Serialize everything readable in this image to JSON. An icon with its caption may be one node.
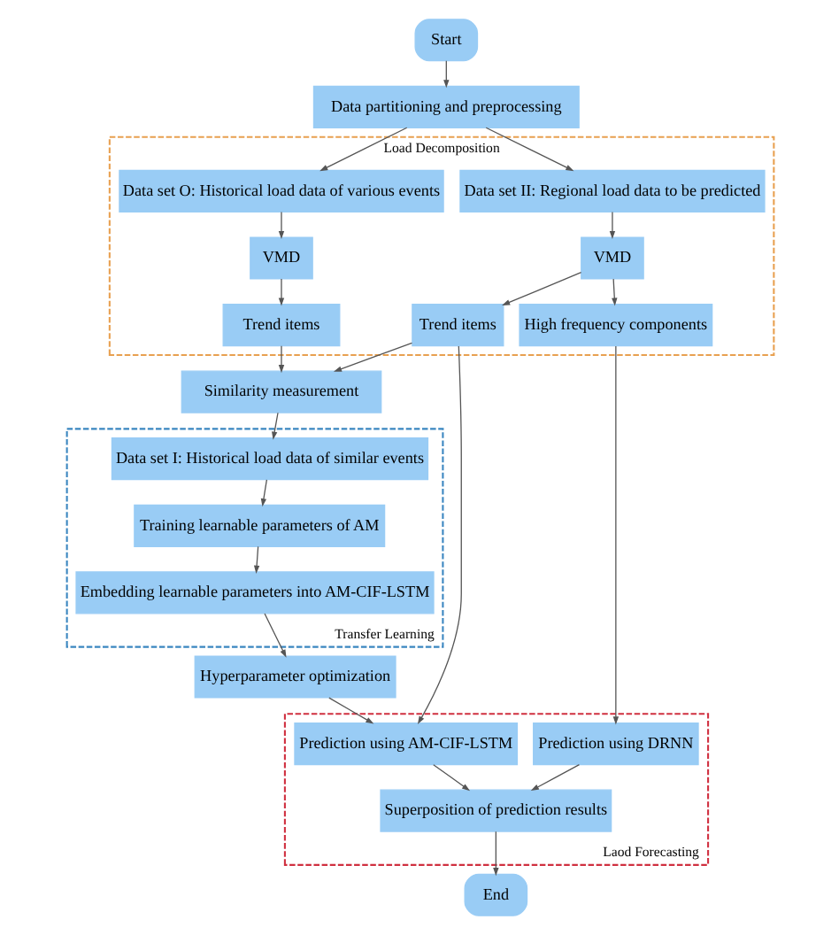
{
  "diagram": {
    "nodes": [
      {
        "text": [
          "Start"
        ]
      },
      {
        "text": [
          "Data partitioning and preprocessing"
        ]
      },
      {
        "text": [
          "Load Decomposition"
        ]
      },
      {
        "text": [
          "Data set O: Historical load data of various events"
        ],
        "in": 2
      },
      {
        "text": [
          "Data set II: Regional load data to be predicted"
        ],
        "in": 2
      },
      {
        "text": [
          "VMD"
        ],
        "in": 2
      },
      {
        "text": [
          "VMD"
        ],
        "in": 2
      },
      {
        "text": [
          "Trend items"
        ],
        "in": 2
      },
      {
        "text": [
          "Trend items"
        ],
        "in": 2
      },
      {
        "text": [
          "High frequency components"
        ],
        "in": 2
      },
      {
        "text": [
          "Similarity measurement"
        ]
      },
      {
        "text": [
          "Transfer Learning"
        ]
      },
      {
        "text": [
          "Data set I: Historical load data of similar events"
        ],
        "in": 11
      },
      {
        "text": [
          "Training learnable parameters of AM"
        ],
        "in": 11
      },
      {
        "text": [
          "Embedding learnable parameters into AM-CIF-LSTM"
        ],
        "in": 11
      },
      {
        "text": [
          "Hyperparameter optimization"
        ]
      },
      {
        "text": [
          "Laod Forecasting"
        ]
      },
      {
        "text": [
          "Prediction using AM-CIF-LSTM"
        ],
        "in": 16
      },
      {
        "text": [
          "Prediction using DRNN"
        ],
        "in": 16
      },
      {
        "text": [
          "Superposition of prediction results"
        ],
        "in": 16
      },
      {
        "text": [
          "End"
        ]
      }
    ],
    "edges": [
      {
        "from": 0,
        "to": 1,
        "arrow": "to"
      },
      {
        "from": 1,
        "to": 3,
        "arrow": "to"
      },
      {
        "from": 1,
        "to": 4,
        "arrow": "to"
      },
      {
        "from": 3,
        "to": 5,
        "arrow": "to"
      },
      {
        "from": 5,
        "to": 7,
        "arrow": "to"
      },
      {
        "from": 4,
        "to": 6,
        "arrow": "to"
      },
      {
        "from": 6,
        "to": 8,
        "arrow": "to"
      },
      {
        "from": 6,
        "to": 9,
        "arrow": "to"
      },
      {
        "from": 7,
        "to": 10,
        "arrow": "to"
      },
      {
        "from": 8,
        "to": 10,
        "arrow": "to"
      },
      {
        "from": 8,
        "to": 17,
        "arrow": "to"
      },
      {
        "from": 9,
        "to": 18,
        "arrow": "to"
      },
      {
        "from": 10,
        "to": 12,
        "arrow": "to"
      },
      {
        "from": 12,
        "to": 13,
        "arrow": "to"
      },
      {
        "from": 13,
        "to": 14,
        "arrow": "to"
      },
      {
        "from": 14,
        "to": 15,
        "arrow": "to"
      },
      {
        "from": 15,
        "to": 17,
        "arrow": "to"
      },
      {
        "from": 17,
        "to": 19,
        "arrow": "to"
      },
      {
        "from": 18,
        "to": 19,
        "arrow": "to"
      },
      {
        "from": 19,
        "to": 20,
        "arrow": "to"
      }
    ]
  }
}
